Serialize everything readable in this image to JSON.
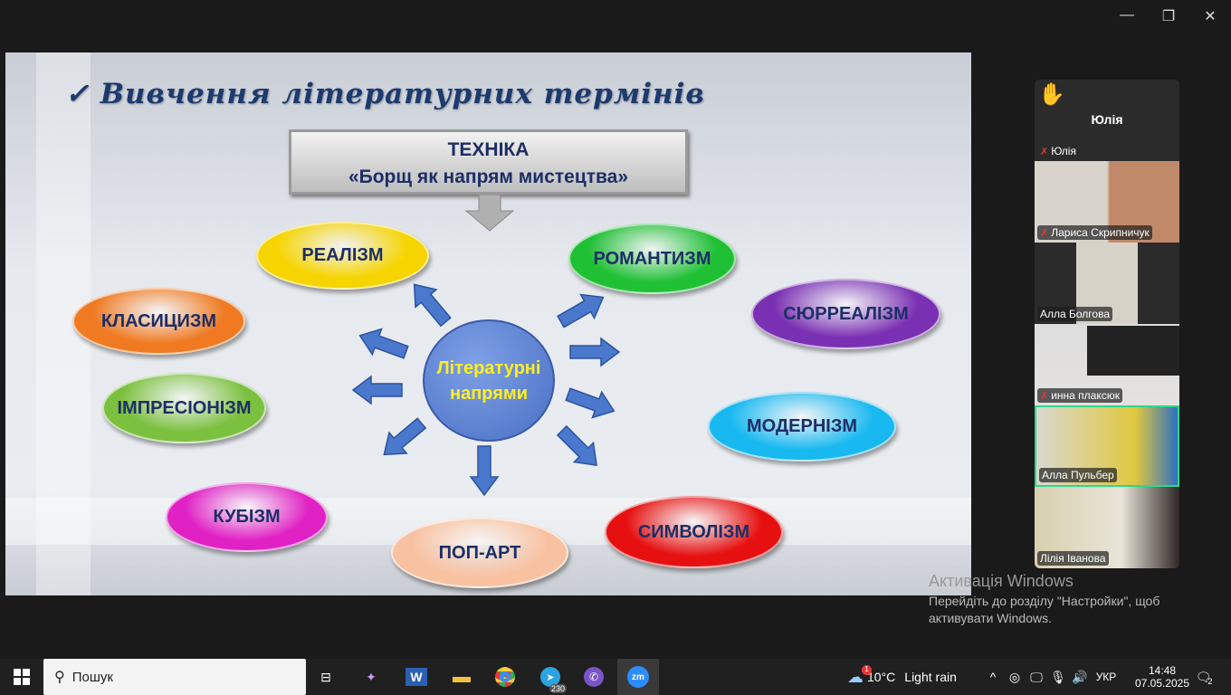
{
  "window": {
    "minimize": "—",
    "maximize": "❐",
    "close": "✕"
  },
  "slide": {
    "heading": "✓ Вивчення літературних термінів",
    "box_line1": "ТЕХНІКА",
    "box_line2": "«Борщ як напрям мистецтва»",
    "center": "Літературні напрями",
    "movements": [
      {
        "label": "РЕАЛІЗМ",
        "color": "#f5d400"
      },
      {
        "label": "РОМАНТИЗМ",
        "color": "#20c035"
      },
      {
        "label": "КЛАСИЦИЗМ",
        "color": "#f07a22"
      },
      {
        "label": "СЮРРЕАЛІЗМ",
        "color": "#7a30b2"
      },
      {
        "label": "ІМПРЕСІОНІЗМ",
        "color": "#7cc040"
      },
      {
        "label": "МОДЕРНІЗМ",
        "color": "#18b8f0"
      },
      {
        "label": "КУБІЗМ",
        "color": "#e022c4"
      },
      {
        "label": "ПОП-АРТ",
        "color": "#f8c2a2"
      },
      {
        "label": "СИМВОЛІЗМ",
        "color": "#e61010"
      }
    ]
  },
  "participants": {
    "active_speaker": "Юлія",
    "list": [
      {
        "name": "Юлія",
        "muted": true
      },
      {
        "name": "Лариса Скрипничук",
        "muted": true
      },
      {
        "name": "Алла Болгова",
        "muted": false
      },
      {
        "name": "инна плаксюк",
        "muted": true
      },
      {
        "name": "Алла Пульбер",
        "muted": false
      },
      {
        "name": "Лілія Іванова",
        "muted": false
      }
    ]
  },
  "watermark": {
    "title": "Активація Windows",
    "line1": "Перейдіть до розділу \"Настройки\", щоб",
    "line2": "активувати Windows."
  },
  "taskbar": {
    "search": "Пошук",
    "telegram_badge": "230",
    "weather_badge": "1",
    "temp": "10°C",
    "weather": "Light rain",
    "lang": "УКР",
    "time": "14:48",
    "date": "07.05.2025",
    "notif": "2",
    "zoom": "zm"
  }
}
